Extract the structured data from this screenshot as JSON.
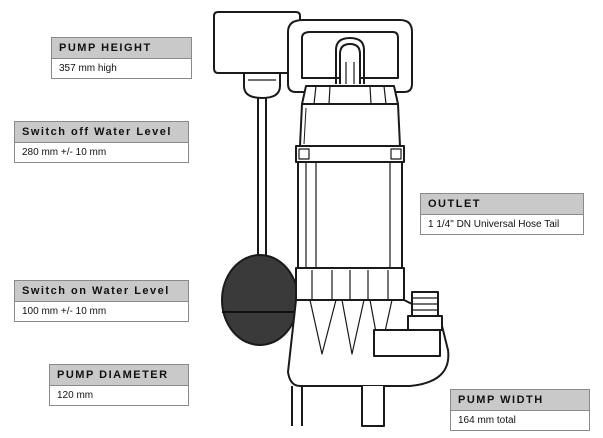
{
  "labels": [
    {
      "id": "pump-height",
      "title": "PUMP HEIGHT",
      "value": "357 mm high"
    },
    {
      "id": "switch-off",
      "title": "Switch off Water Level",
      "value": "280 mm +/- 10 mm"
    },
    {
      "id": "outlet",
      "title": "OUTLET",
      "value": "1 1/4\" DN Universal Hose Tail"
    },
    {
      "id": "switch-on",
      "title": "Switch on Water Level",
      "value": "100 mm +/- 10 mm"
    },
    {
      "id": "pump-diameter",
      "title": "PUMP DIAMETER",
      "value": "120 mm"
    },
    {
      "id": "pump-width",
      "title": "PUMP WIDTH",
      "value": "164 mm total"
    }
  ],
  "colors": {
    "header_fill": "#c9c9c9",
    "line": "#1a1a1a",
    "float_fill": "#3a3a3a"
  }
}
